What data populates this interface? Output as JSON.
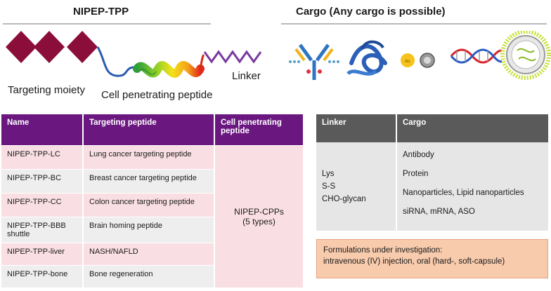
{
  "headers": {
    "left": "NIPEP-TPP",
    "right": "Cargo (Any cargo is possible)"
  },
  "construct_labels": {
    "targeting": "Targeting moiety",
    "cpp": "Cell penetrating peptide",
    "linker": "Linker"
  },
  "cargo_icons": [
    "antibody-icon",
    "protein-icon",
    "nanoparticle-icon",
    "rna-helix-icon",
    "lipid-nanoparticle-icon"
  ],
  "colors": {
    "purple_header": "#6a1780",
    "gray_header": "#5a5a5a",
    "pink_row": "#f9dfe4",
    "gray_row": "#eeeeee",
    "formulation_box": "#f8cbad",
    "targeting_moiety": "#8b0e3a",
    "linker": "#7a3aa0"
  },
  "peptide_table": {
    "headers": [
      "Name",
      "Targeting peptide",
      "Cell penetrating peptide"
    ],
    "rows": [
      {
        "name": "NIPEP-TPP-LC",
        "peptide": "Lung cancer targeting peptide"
      },
      {
        "name": "NIPEP-TPP-BC",
        "peptide": "Breast cancer targeting peptide"
      },
      {
        "name": "NIPEP-TPP-CC",
        "peptide": "Colon cancer targeting peptide"
      },
      {
        "name": "NIPEP-TPP-BBB shuttle",
        "peptide": "Brain homing peptide"
      },
      {
        "name": "NIPEP-TPP-liver",
        "peptide": "NASH/NAFLD"
      },
      {
        "name": "NIPEP-TPP-bone",
        "peptide": "Bone regeneration"
      }
    ],
    "cpp_line1": "NIPEP-CPPs",
    "cpp_line2": "(5 types)"
  },
  "linker_table": {
    "headers": [
      "Linker",
      "Cargo"
    ],
    "linkers": [
      "Lys",
      "S-S",
      "CHO-glycan"
    ],
    "cargo": [
      "Antibody",
      "Protein",
      "Nanoparticles, Lipid nanoparticles",
      "siRNA, mRNA, ASO"
    ]
  },
  "formulations": {
    "line1": "Formulations under investigation:",
    "line2": "intravenous (IV) injection, oral (hard-, soft-capsule)"
  }
}
